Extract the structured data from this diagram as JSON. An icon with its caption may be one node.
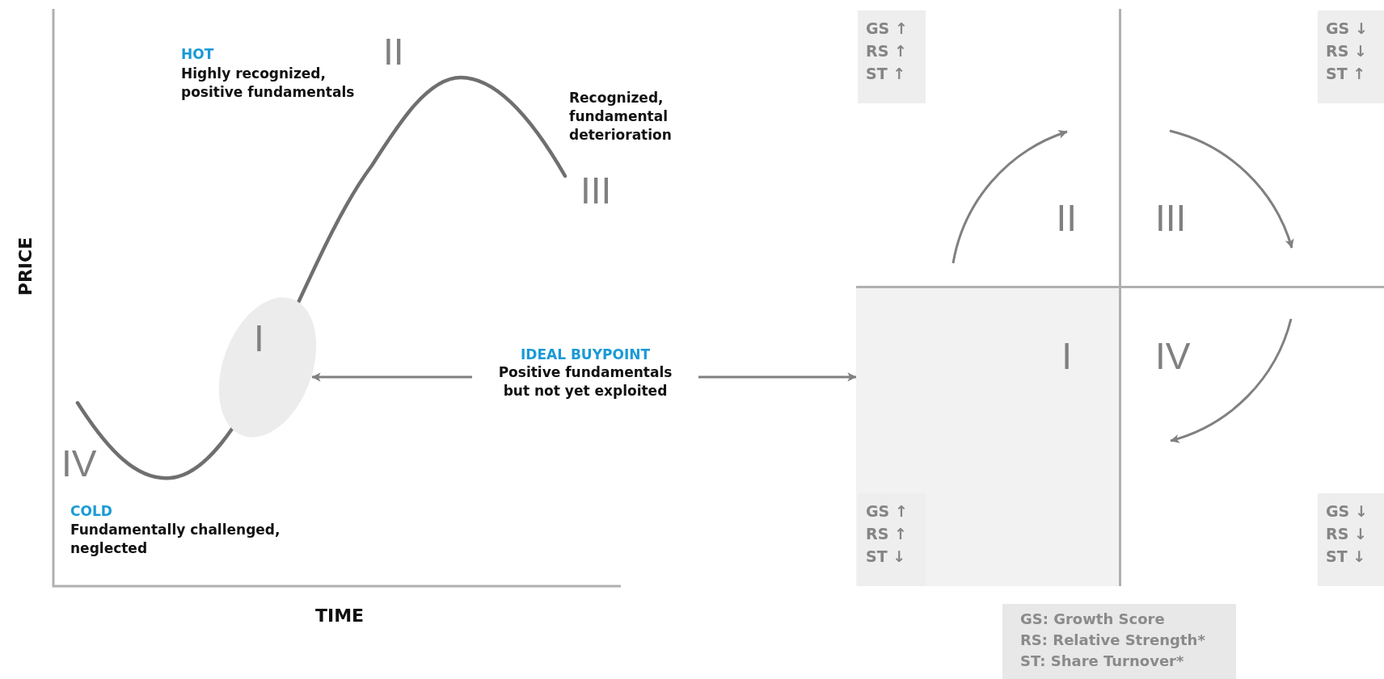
{
  "diagram": {
    "nodes": [
      {
        "text": [],
        "shape": "ellipse"
      },
      {
        "text": [
          "IDEAL BUYPOINT",
          "Positive fundamentals but not yet exploited"
        ]
      },
      {
        "text": [
          "II"
        ]
      },
      {
        "text": [
          "GS ↑",
          "RS ↑",
          "ST ↑"
        ],
        "in": 2
      },
      {
        "text": [
          "III"
        ]
      },
      {
        "text": [
          "GS ↓",
          "RS ↓",
          "ST ↑"
        ],
        "in": 4
      },
      {
        "text": [
          "I"
        ]
      },
      {
        "text": [
          "GS ↑",
          "RS ↑",
          "ST ↓"
        ],
        "in": 6
      },
      {
        "text": [
          "IV"
        ]
      },
      {
        "text": [
          "GS ↓",
          "RS ↓",
          "ST ↓"
        ],
        "in": 8
      },
      {
        "text": [
          "GS: Growth Score",
          "RS: Relative Strength*",
          "ST: Share Turnover*"
        ]
      }
    ],
    "edges": [
      {
        "from": 1,
        "to": 0,
        "arrow": "to"
      },
      {
        "from": 1,
        "to": 6,
        "arrow": "to"
      }
    ],
    "labels": [
      "HOT",
      "Highly recognized, positive fundamentals",
      "II",
      "Recognized, fundamental deterioration",
      "III",
      "I",
      "IV",
      "COLD",
      "Fundamentally challenged, neglected",
      "PRICE",
      "TIME"
    ]
  }
}
